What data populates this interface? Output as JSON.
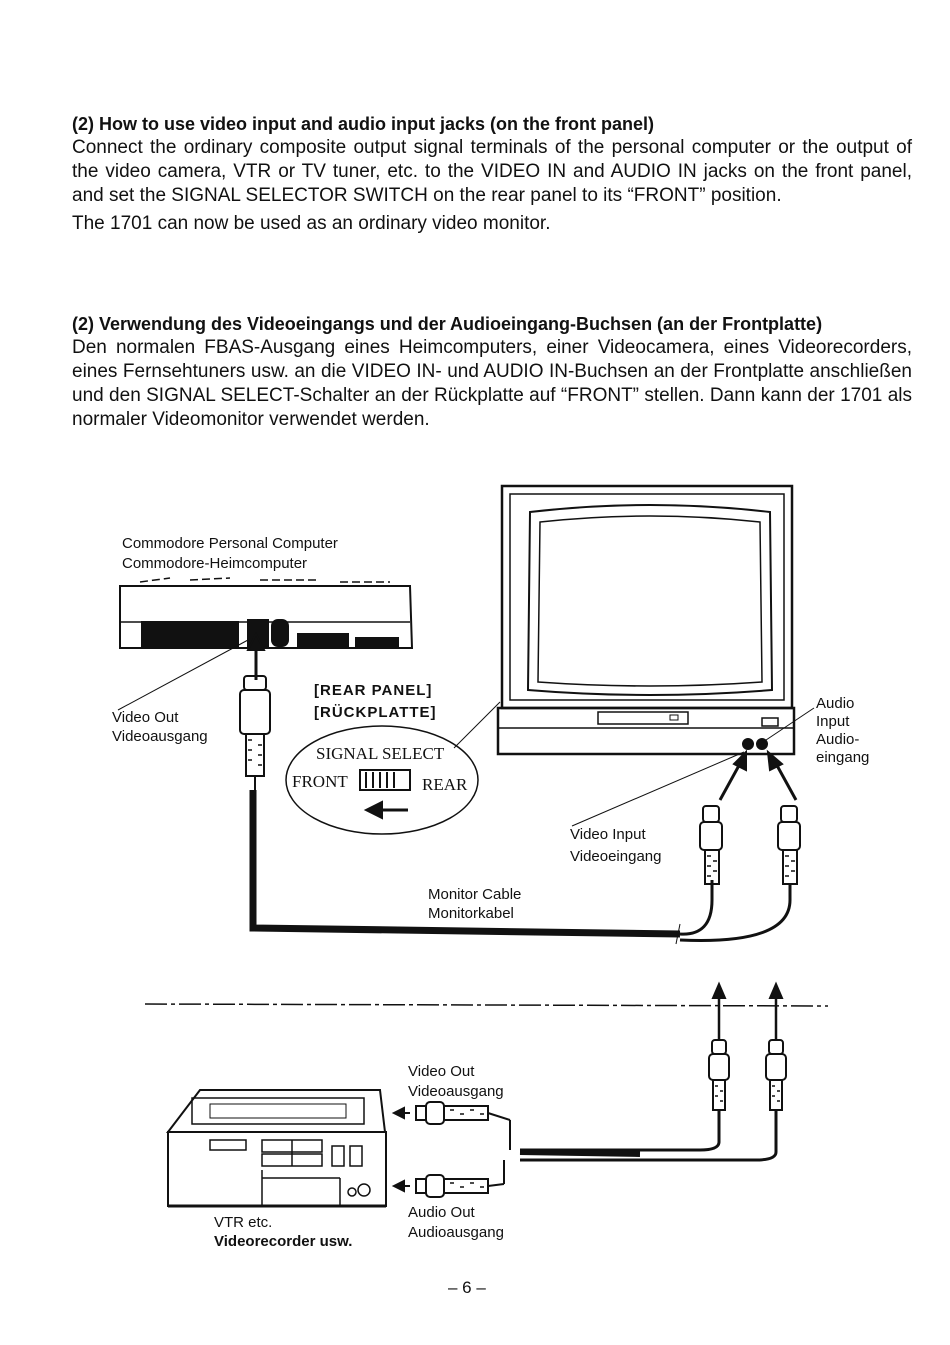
{
  "english": {
    "heading": "(2)  How to use video input and audio input jacks (on the front panel)",
    "body": "Connect the ordinary composite output signal terminals of the personal computer or the output of the video camera, VTR or TV tuner, etc. to the VIDEO IN and AUDIO IN jacks on the front panel, and set the SIGNAL SELECTOR SWITCH on the rear panel to its “FRONT” position.",
    "note": "The 1701 can now be used as an ordinary video monitor."
  },
  "german": {
    "heading": "(2)  Verwendung des Videoeingangs und der Audioeingang-Buchsen (an der Frontplatte)",
    "body": "Den normalen FBAS-Ausgang eines Heimcomputers, einer Videocamera, eines Videorecorders, eines Fernsehtuners usw. an die VIDEO IN- und AUDIO IN-Buchsen an der Frontplatte anschließen und den SIGNAL SELECT-Schalter an der Rückplatte auf “FRONT” stellen. Dann kann der 1701 als normaler Videomonitor verwendet werden."
  },
  "diagram": {
    "computer_label_en": "Commodore Personal Computer",
    "computer_label_de": "Commodore-Heimcomputer",
    "video_out_en": "Video Out",
    "video_out_de": "Videoausgang",
    "rear_panel_en": "[REAR PANEL]",
    "rear_panel_de": "[RÜCKPLATTE]",
    "signal_select": "SIGNAL SELECT",
    "front": "FRONT",
    "rear": "REAR",
    "audio_input_1": "Audio",
    "audio_input_2": "Input",
    "audio_input_3": "Audio-",
    "audio_input_4": "eingang",
    "video_input_en": "Video Input",
    "video_input_de": "Videoeingang",
    "monitor_cable_en": "Monitor Cable",
    "monitor_cable_de": "Monitorkabel",
    "vtr_video_out_en": "Video Out",
    "vtr_video_out_de": "Videoausgang",
    "vtr_audio_out_en": "Audio Out",
    "vtr_audio_out_de": "Audioausgang",
    "vtr_en": "VTR etc.",
    "vtr_de": "Videorecorder usw."
  },
  "page_number": "– 6 –"
}
